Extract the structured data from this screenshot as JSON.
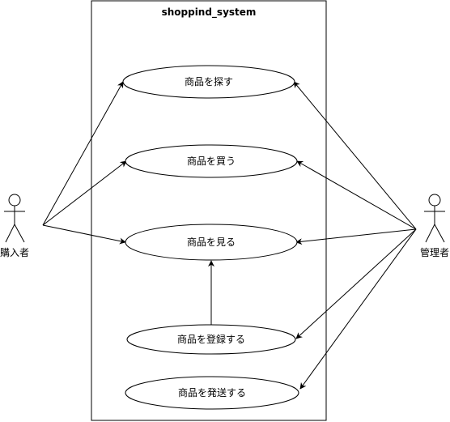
{
  "system": {
    "title": "shoppind_system"
  },
  "actors": {
    "buyer": "購入者",
    "admin": "管理者"
  },
  "use_cases": {
    "search": "商品を探す",
    "buy": "商品を買う",
    "view": "商品を見る",
    "register": "商品を登録する",
    "ship": "商品を発送する"
  },
  "colors": {
    "line": "#000000",
    "fill": "#ffffff"
  }
}
